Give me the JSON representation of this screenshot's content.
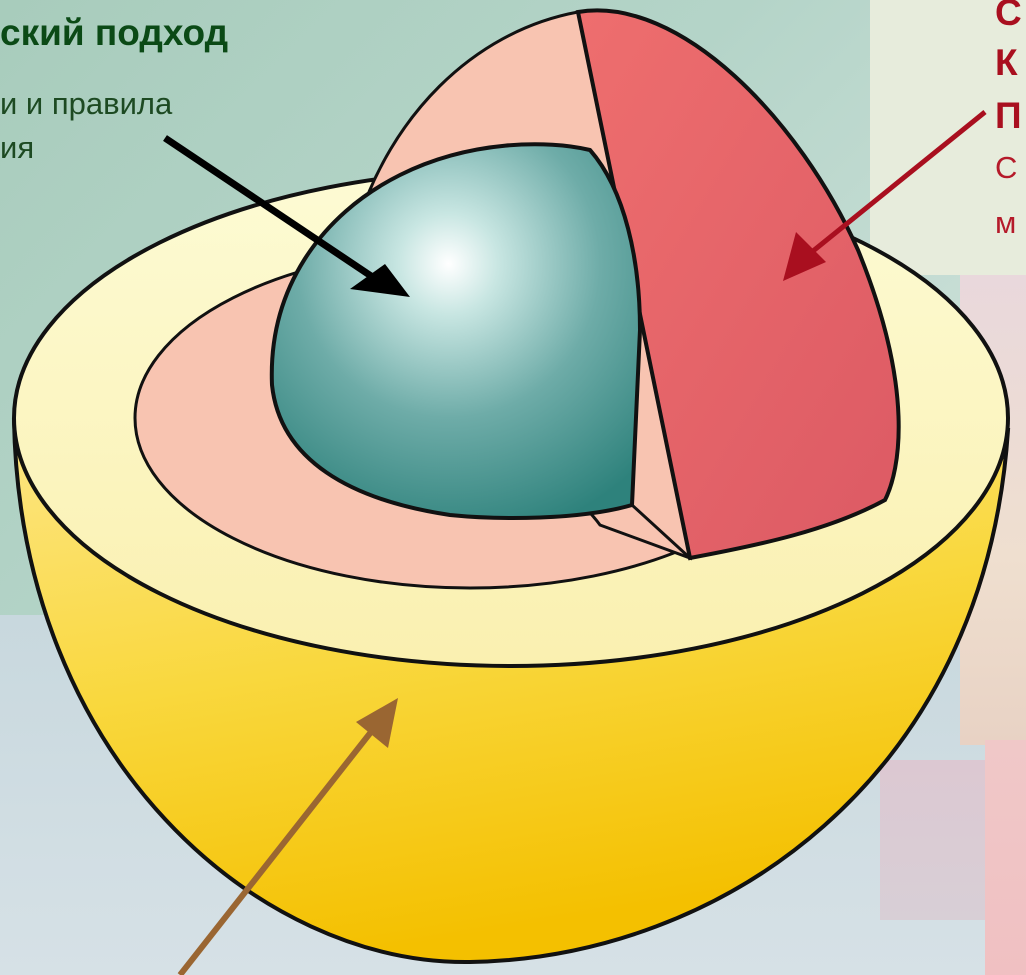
{
  "left_block": {
    "title": "ский подход",
    "line1": "и и правила",
    "line2": "ия"
  },
  "right_block": {
    "line1": "С",
    "line2": "К",
    "line3": "П",
    "line4": "С",
    "line5": "м"
  },
  "colors": {
    "core": "#6aa8a4",
    "middle_layer": "#f6c0ae",
    "outer_segment": "#e2646a",
    "bowl": "#f8d23a",
    "bowl_rim": "#fbf4c0",
    "arrow_black": "#000000",
    "arrow_red": "#a90f1f",
    "arrow_brown": "#9a6632"
  },
  "icons": [
    "arrow-black-to-core",
    "arrow-red-to-segment",
    "arrow-brown-to-bowl"
  ]
}
